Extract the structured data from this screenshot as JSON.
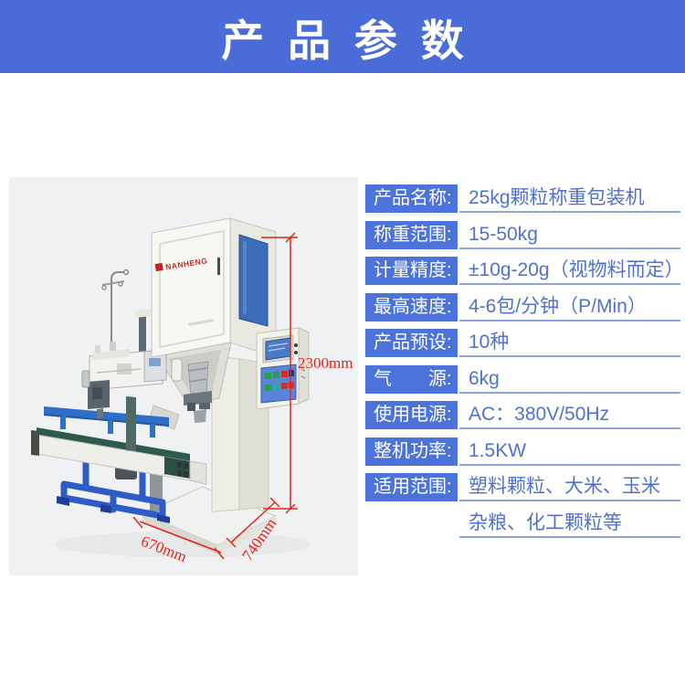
{
  "header": {
    "title": "产品参数",
    "bg_color": "#4a6cd8",
    "text_color": "#ffffff"
  },
  "photo": {
    "bg_color": "#f0f1f2",
    "brand_logo": "NANHENG",
    "dimension_color": "#e0261b",
    "dimensions": {
      "height": "2300mm",
      "width": "670mm",
      "depth": "740mm"
    }
  },
  "specs": {
    "label_bg": "#4b73da",
    "label_text_color": "#ffffff",
    "value_text_color": "#4f71cf",
    "underline_color": "#8ba5e0",
    "rows": [
      {
        "label": "产品名称:",
        "value": "25kg颗粒称重包装机"
      },
      {
        "label": "称重范围:",
        "value": "15-50kg"
      },
      {
        "label": "计量精度:",
        "value": "±10g-20g（视物料而定）"
      },
      {
        "label": "最高速度:",
        "value": "4-6包/分钟（P/Min）"
      },
      {
        "label": "产品预设:",
        "value": "10种"
      },
      {
        "label": "气　　源:",
        "value": "6kg"
      },
      {
        "label": "使用电源:",
        "value": "AC：380V/50Hz"
      },
      {
        "label": "整机功率:",
        "value": "1.5KW"
      },
      {
        "label": "适用范围:",
        "value": "塑料颗粒、大米、玉米",
        "value_line2": "杂粮、化工颗粒等"
      }
    ]
  }
}
